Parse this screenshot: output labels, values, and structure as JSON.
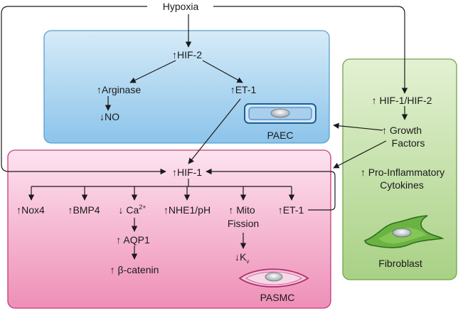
{
  "colors": {
    "paec_fill_top": "#d6ebf8",
    "paec_fill_bottom": "#8cc4ea",
    "paec_border": "#5a9fd0",
    "pasmc_fill_top": "#fde3ef",
    "pasmc_fill_bottom": "#ee8fb7",
    "pasmc_border": "#c43b79",
    "fibro_fill_top": "#e3f1d3",
    "fibro_fill_bottom": "#a9d185",
    "fibro_border": "#6fa54b",
    "arrow": "#1a1a1a"
  },
  "top": {
    "stimulus": "Hypoxia"
  },
  "paec": {
    "label": "PAEC",
    "hif": "↑HIF-2",
    "arginase": "↑Arginase",
    "no": "↓NO",
    "et1": "↑ET-1",
    "cell_icon": "endothelial-cell-icon"
  },
  "fibroblast": {
    "label": "Fibroblast",
    "hif": "↑ HIF-1/HIF-2",
    "growth_factors_line1": "↑ Growth",
    "growth_factors_line2": "Factors",
    "cytokines_line1": "↑ Pro-Inflammatory",
    "cytokines_line2": "Cytokines",
    "cell_icon": "fibroblast-cell-icon"
  },
  "pasmc": {
    "label": "PASMC",
    "hif": "↑HIF-1",
    "nox4": "↑Nox4",
    "bmp4": "↑BMP4",
    "ca_prefix": "↓ Ca",
    "ca_sup": "2+",
    "nhe1": "↑NHE1/pH",
    "mito_line1": "↑ Mito",
    "mito_line2": "Fission",
    "et1": "↑ET-1",
    "aqp1": "↑ AQP1",
    "catenin": "↑ β-catenin",
    "k_prefix": "↓K",
    "k_sub": "v",
    "cell_icon": "smooth-muscle-cell-icon"
  }
}
